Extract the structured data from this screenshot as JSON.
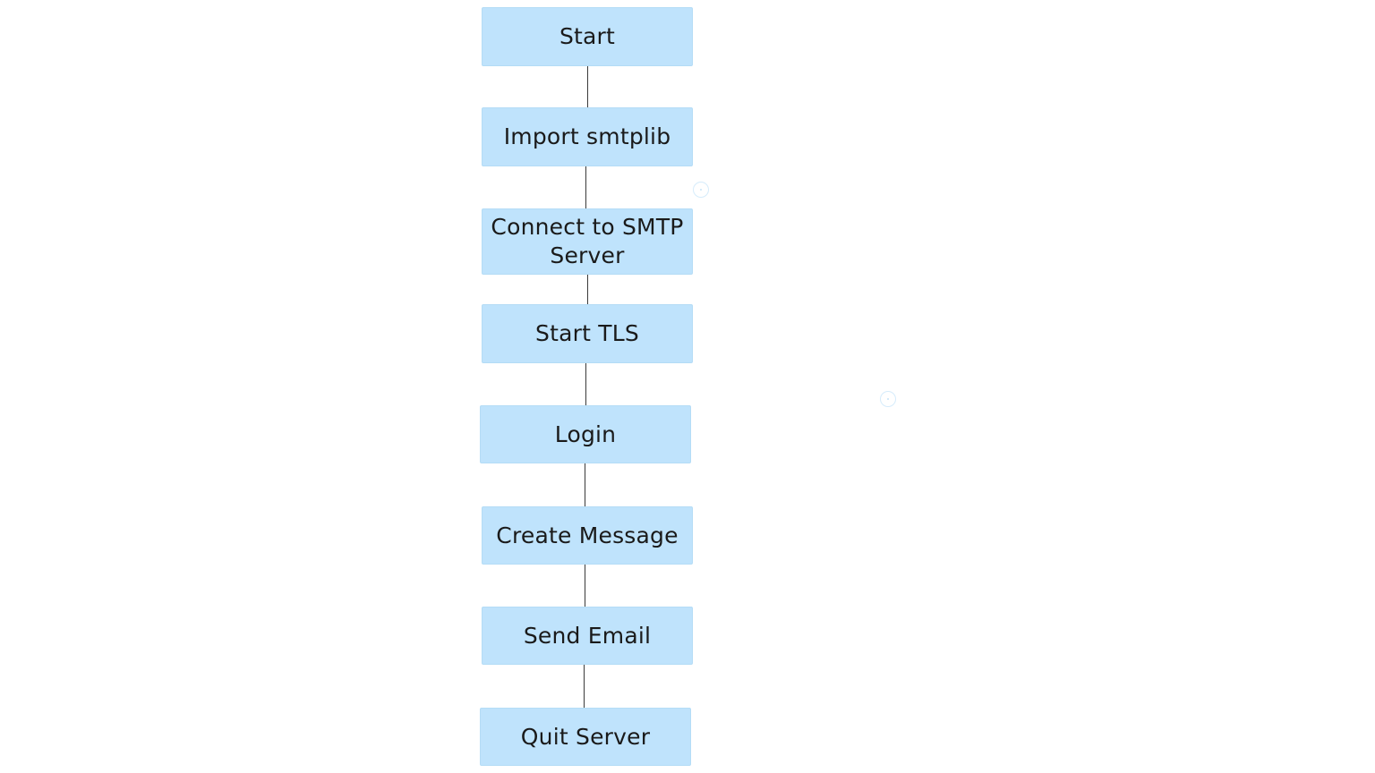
{
  "flowchart": {
    "steps": [
      {
        "id": "start",
        "label": "Start"
      },
      {
        "id": "import",
        "label": "Import smtplib"
      },
      {
        "id": "connect",
        "label": "Connect to SMTP Server"
      },
      {
        "id": "tls",
        "label": "Start TLS"
      },
      {
        "id": "login",
        "label": "Login"
      },
      {
        "id": "create",
        "label": "Create Message"
      },
      {
        "id": "send",
        "label": "Send Email"
      },
      {
        "id": "quit",
        "label": "Quit Server"
      }
    ],
    "edges": [
      {
        "from": "start",
        "to": "import"
      },
      {
        "from": "import",
        "to": "connect"
      },
      {
        "from": "connect",
        "to": "tls"
      },
      {
        "from": "tls",
        "to": "login"
      },
      {
        "from": "login",
        "to": "create"
      },
      {
        "from": "create",
        "to": "send"
      },
      {
        "from": "send",
        "to": "quit"
      }
    ]
  },
  "colors": {
    "node_fill": "#bfe3fc",
    "node_text": "#1a1a1a",
    "connector": "#3a3a3a",
    "background": "#ffffff"
  }
}
